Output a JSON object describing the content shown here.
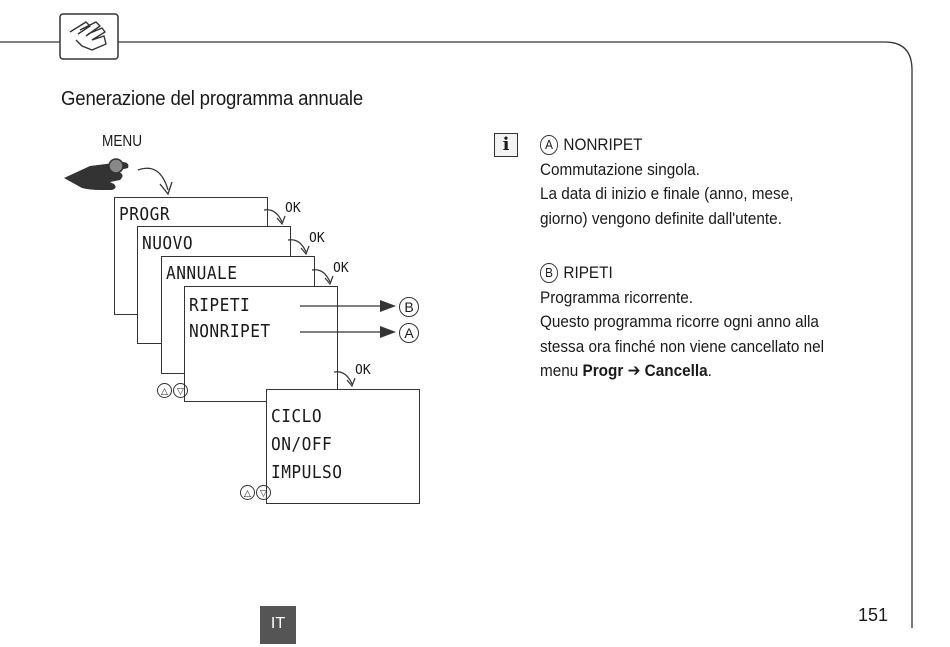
{
  "heading": "Generazione del programma annuale",
  "diagram": {
    "menu_label": "MENU",
    "screens": {
      "progr": "PROGR",
      "nuovo": "NUOVO",
      "annuale": "ANNUALE",
      "ripeti": "RIPETI",
      "nonripet": "NONRIPET",
      "ciclo": "CICLO",
      "onoff": "ON/OFF",
      "impulso": "IMPULSO"
    },
    "ok_label": "OK",
    "marker_a": "A",
    "marker_b": "B",
    "up_glyph": "△",
    "down_glyph": "▽"
  },
  "info": {
    "icon": "i",
    "option_a": {
      "letter": "A",
      "title": "NONRIPET",
      "lines": [
        "Commutazione singola.",
        "La data di inizio e finale (anno, mese,",
        "giorno) vengono definite dall'utente."
      ]
    },
    "option_b": {
      "letter": "B",
      "title": "RIPETI",
      "lines": [
        "Programma ricorrente.",
        "Questo programma ricorre ogni anno alla",
        "stessa ora finché non viene cancellato nel"
      ],
      "menu_prefix": "menu ",
      "menu_progr": "Progr",
      "menu_arrow": "➔",
      "menu_cancella": "Cancella",
      "menu_suffix": "."
    }
  },
  "footer": {
    "language": "IT",
    "page_number": "151"
  }
}
